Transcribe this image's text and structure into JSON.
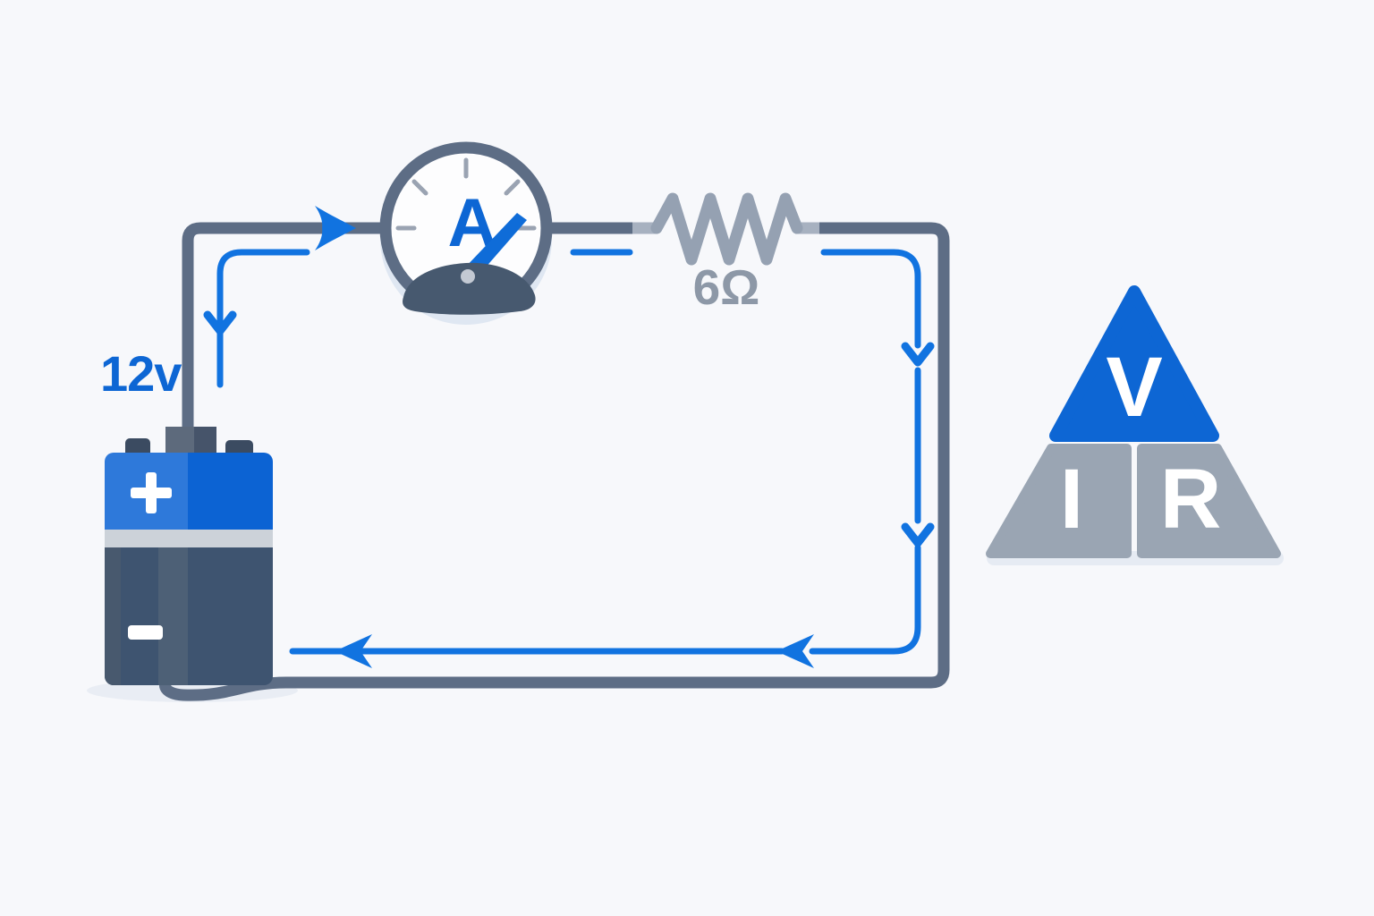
{
  "battery": {
    "voltage_label": "12v",
    "positive_terminal_icon": "plus-symbol",
    "negative_terminal_icon": "minus-symbol",
    "body_color_top": "#0c63d3",
    "body_color_bottom": "#3e5470",
    "band_color": "#ccd2d9"
  },
  "ammeter": {
    "label": "A",
    "tick_count": 5,
    "needle_icon": "gauge-needle",
    "ring_color": "#5d6d85"
  },
  "resistor": {
    "value_label": "6Ω",
    "zigzag_color": "#95a1b2"
  },
  "ohms_law_triangle": {
    "voltage_label": "V",
    "current_label": "I",
    "resistance_label": "R",
    "top_color": "#0d66d4",
    "bottom_color": "#9aa5b3"
  },
  "current_flow": {
    "arrow_icons": [
      "arrow-right-icon",
      "arrow-down-icon",
      "arrow-down-icon",
      "arrow-down-icon",
      "arrow-left-icon",
      "arrow-left-icon"
    ],
    "arrow_color": "#1173e0"
  },
  "colors": {
    "background": "#f7f8fb",
    "wire_slate": "#5d6d85",
    "accent_blue": "#0d66d4",
    "arrow_blue": "#1173e0",
    "resistor_gray": "#95a1b2",
    "triangle_gray": "#9aa5b3",
    "label_gray": "#8d98a7",
    "shadow": "#e6ebf3"
  }
}
